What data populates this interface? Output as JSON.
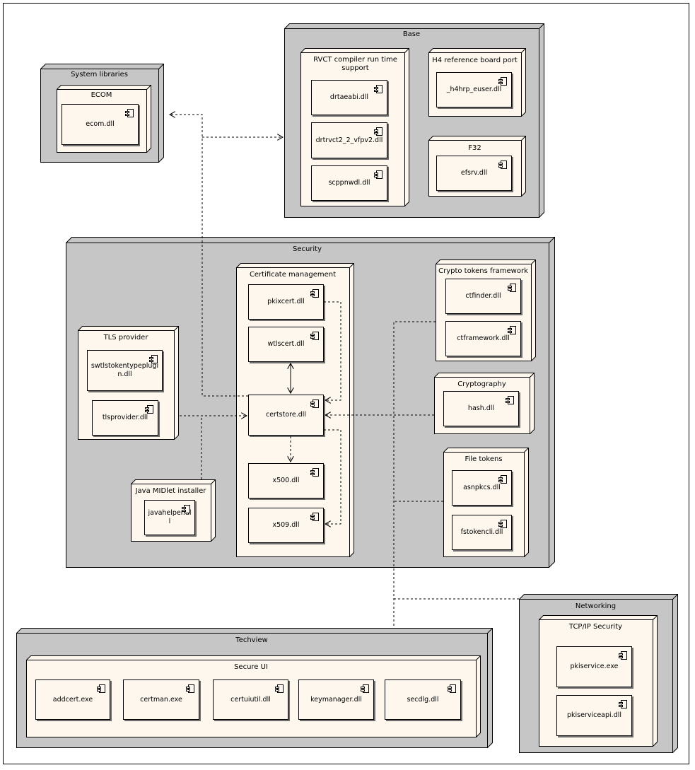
{
  "nodes": {
    "system_libraries": "System libraries",
    "ecom": "ECOM",
    "base": "Base",
    "rvct": "RVCT compiler run time support",
    "h4": "H4 reference board port",
    "f32": "F32",
    "security": "Security",
    "cert_mgmt": "Certificate management",
    "crypto_tokens": "Crypto tokens framework",
    "tls_provider": "TLS provider",
    "cryptography": "Cryptography",
    "file_tokens": "File tokens",
    "java_midlet": "Java MIDlet installer",
    "techview": "Techview",
    "secure_ui": "Secure UI",
    "networking": "Networking",
    "tcpip_security": "TCP/IP Security"
  },
  "components": {
    "ecom_dll": "ecom.dll",
    "drtaeabi": "drtaeabi.dll",
    "drtrvct": "drtrvct2_2_vfpv2.dll",
    "scppnwdl": "scppnwdl.dll",
    "h4hrp": "_h4hrp_euser.dll",
    "efsrv": "efsrv.dll",
    "pkixcert": "pkixcert.dll",
    "wtlscert": "wtlscert.dll",
    "certstore": "certstore.dll",
    "x500": "x500.dll",
    "x509": "x509.dll",
    "ctfinder": "ctfinder.dll",
    "ctframework": "ctframework.dll",
    "swtlstoken": "swtlstokentypeplugin.dll",
    "tlsprovider": "tlsprovider.dll",
    "hash": "hash.dll",
    "asnpkcs": "asnpkcs.dll",
    "fstokencli": "fstokencli.dll",
    "javahelper": "javahelper.dll",
    "addcert": "addcert.exe",
    "certman": "certman.exe",
    "certuiutil": "certuiutil.dll",
    "keymanager": "keymanager.dll",
    "secdlg": "secdlg.dll",
    "pkiservice": "pkiservice.exe",
    "pkiserviceapi": "pkiserviceapi.dll"
  },
  "colors": {
    "node_gray": "#c6c6c6",
    "node_cream": "#fdf7ee",
    "line": "#000000"
  }
}
